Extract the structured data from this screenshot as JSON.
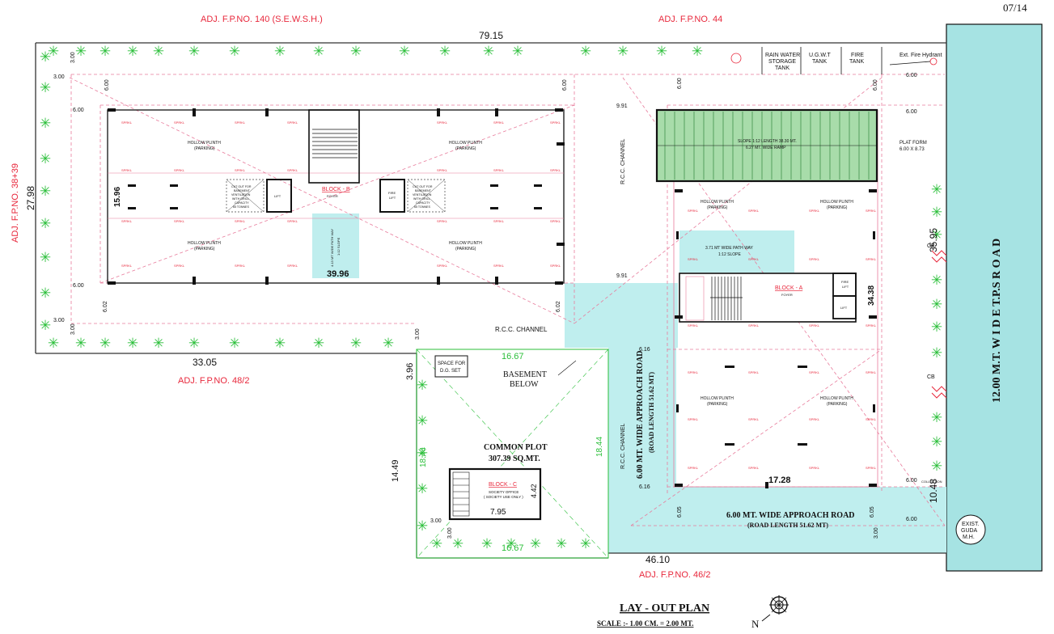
{
  "sheet": {
    "number": "07/14",
    "title": "LAY - OUT PLAN",
    "scale": "SCALE :- 1.00 CM. = 2.00 MT.",
    "north_label": "N",
    "north_icon": "compass-rose-icon"
  },
  "boundaries": {
    "top_left": "ADJ. F.P.NO. 140 (S.E.W.S.H.)",
    "top_right": "ADJ. F.P.NO. 44",
    "left": "ADJ. F.P.NO. 38+39",
    "bottom_left": "ADJ. F.P.NO. 48/2",
    "bottom_right": "ADJ. F.P.NO. 46/2"
  },
  "road": {
    "name": "12.00 M.T. W I D E T.P.S R O A D",
    "color": "#a6e3e3"
  },
  "dimensions": {
    "top": "79.15",
    "left": "27.98",
    "bottom_left": "33.05",
    "bottom_right": "46.10",
    "right_upper": "35.95",
    "right_lower": "10.48",
    "common_plot_left_a": "3.96",
    "common_plot_left_b": "14.49",
    "block_b_width": "39.96",
    "block_b_height": "15.96",
    "block_a_height": "34.38",
    "block_a_width": "17.28",
    "common_plot_width_top": "16.67",
    "common_plot_width_bottom": "16.67",
    "common_plot_height": "18.44",
    "common_plot_height_right": "18.44",
    "block_c_width": "7.95",
    "block_c_height": "4.42",
    "margin_3": "3.00",
    "margin_6": "6.00",
    "margin_602": "6.02",
    "margin_616": "6.16",
    "margin_991": "9.91",
    "margin_605": "6.05"
  },
  "labels": {
    "rainwater": [
      "RAIN WATER",
      "STORAGE",
      "TANK"
    ],
    "ugwt": [
      "U.G.W.T",
      "TANK"
    ],
    "fire_tank": [
      "FIRE",
      "TANK"
    ],
    "fire_hydrant": "Ext. Fire Hydrant",
    "platform": [
      "PLAT FORM",
      "6.00 X 8.73"
    ],
    "rcc_channel": "R.C.C. CHANNEL",
    "block_b": "BLOCK - B",
    "block_a": "BLOCK - A",
    "block_c": "BLOCK - C",
    "foyer": "FOYER",
    "lift": "LIFT",
    "fire_lift": [
      "FIRE",
      "LIFT"
    ],
    "hollow_plinth": [
      "HOLLOW PLINTH",
      "(PARKING)"
    ],
    "path_way_a": [
      "3.71 MT WIDE PATH WAY",
      "1:12 SLOPE"
    ],
    "path_way_b": [
      "4.13 MT WIDE PATH WAY",
      "1:12 SLOPE"
    ],
    "ramp": [
      "SLOPE 1:12 LENGTH 38.30 MT.",
      "6.27 MT. WIDE RAMP"
    ],
    "basement": [
      "BASEMENT",
      "BELOW"
    ],
    "dg_set": [
      "SPACE FOR",
      "D.G. SET"
    ],
    "common_plot": [
      "COMMON PLOT",
      "307.39 SQ.MT."
    ],
    "society_office": [
      "SOCIETY OFFICE",
      "( SOCIETY USE ONLY )"
    ],
    "approach_road_h": "6.00 MT. WIDE APPROACH ROAD",
    "road_length": "(ROAD LENGTH 51.62 MT)",
    "approach_road_v": "6.00 MT. WIDE APPROACH ROAD",
    "road_length_v": "(ROAD LENGTH 51.62 MT)",
    "cb": "CB",
    "exist_mh": [
      "EXIST.",
      "GUDA",
      "M.H."
    ],
    "collection": "COLLECTION",
    "sprkl": "SPRKL",
    "cutout": [
      "CUT OUT FOR",
      "BASEMENT",
      "VENTILATION",
      "WITH GRILL",
      "CAPACITY",
      "65 TONNES"
    ]
  },
  "colors": {
    "boundary": "#e8283c",
    "tree": "#2bbf3a",
    "ramp": "#a8dcaa",
    "paving": "#bfeeee"
  }
}
